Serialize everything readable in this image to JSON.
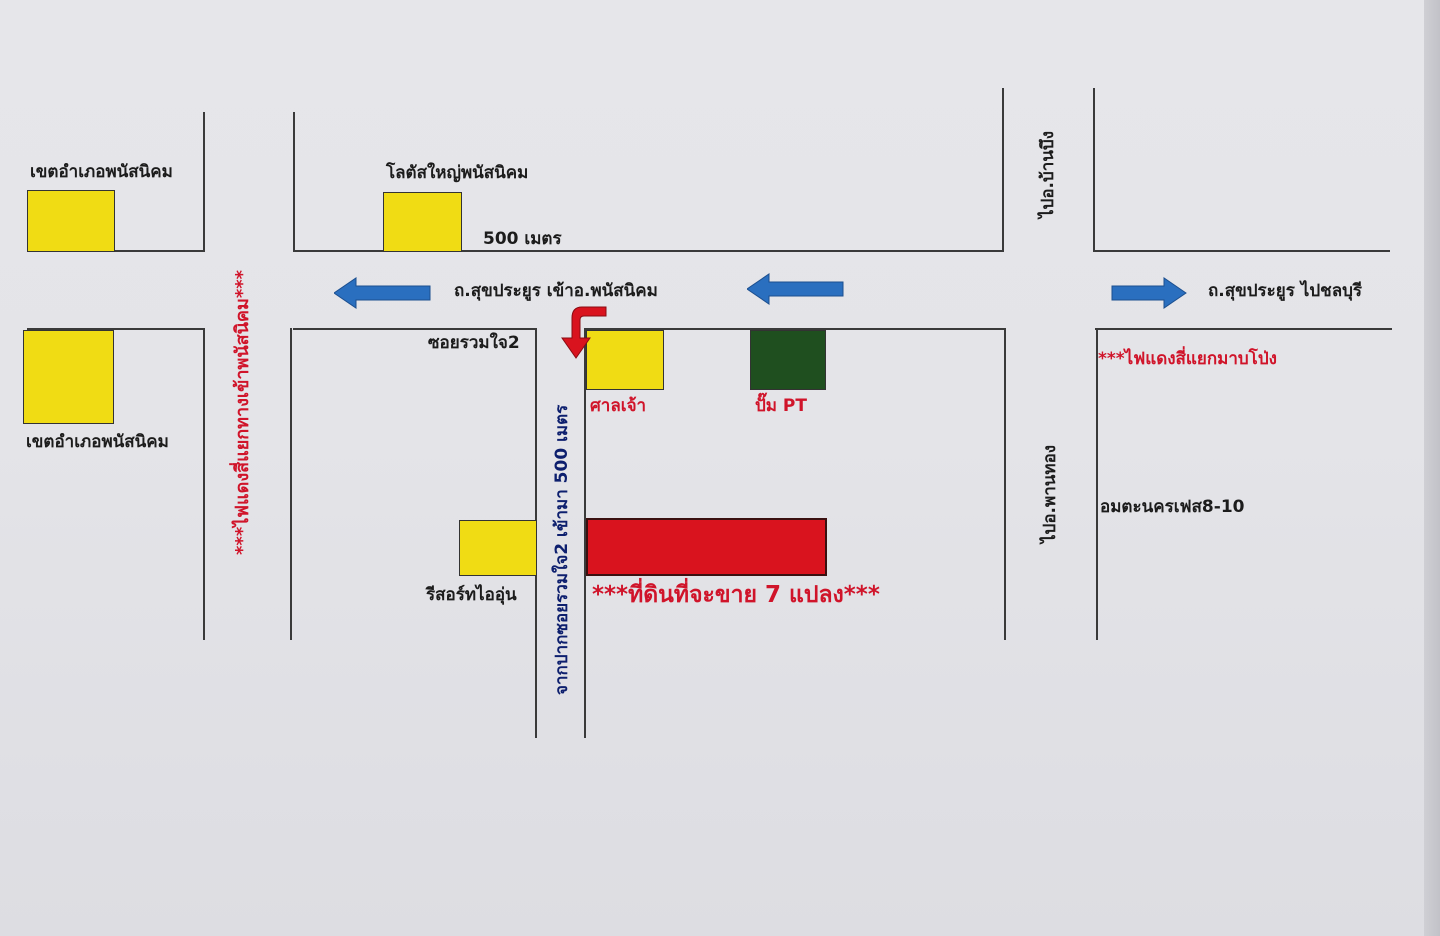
{
  "labels": {
    "district_top_left": "เขตอำเภอพนัสนิคม",
    "district_mid_left": "เขตอำเภอพนัสนิคม",
    "lotus": "โลตัสใหญ่พนัสนิคม",
    "distance_500": "500 เมตร",
    "road_main_in": "ถ.สุขประยูร เข้าอ.พนัสนิคม",
    "road_main_out": "ถ.สุขประยูร ไปชลบุรี",
    "soi": "ซอยรวมใจ2",
    "shrine": "ศาลเจ้า",
    "pt_pump": "ปั๊ม PT",
    "traffic_light_mabpong": "***ไฟแดงสี่แยกมาบโป่ง",
    "amata": "อมตะนครเฟส8-10",
    "resort": "รีสอร์ทไออุ่น",
    "land_for_sale": "***ที่ดินที่จะขาย 7 แปลง***",
    "to_ban_bueng": "ไปอ.บ้านบึง",
    "to_phan_thong": "ไปอ.พานทอง",
    "traffic_light_left": "***ไฟแดงสี่แยกทางเข้าพนัสนิคม***",
    "soi_distance": "จากปากซอยรวมใจ2 เข้ามา 500 เมตร"
  },
  "colors": {
    "marker_yellow": "#f0dc14",
    "pt_green": "#1f4f1f",
    "land_red": "#d9131e",
    "arrow_blue": "#2a6fbf",
    "turn_arrow_red": "#d9131e",
    "text_red": "#d0142a",
    "text_navy": "#0d1f6e"
  },
  "icons": {
    "direction_arrow": "blue-arrow-icon",
    "turn_arrow": "red-turn-arrow-icon"
  }
}
